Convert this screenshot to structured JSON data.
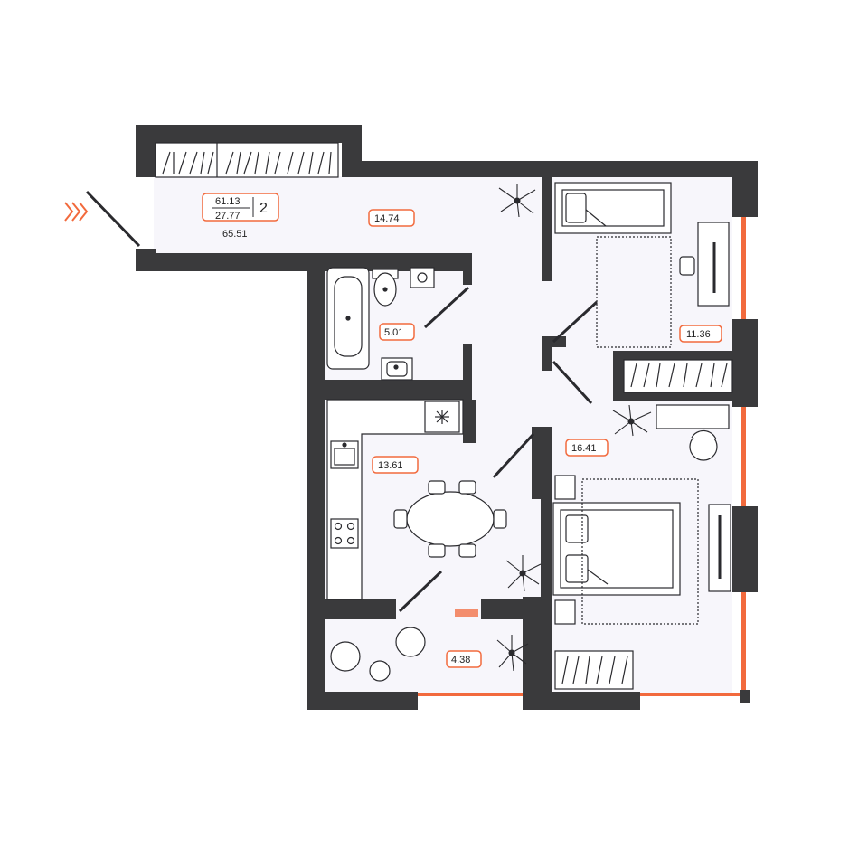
{
  "summary": {
    "total_living": "61.13",
    "living": "27.77",
    "rooms": "2",
    "total": "65.51"
  },
  "rooms": {
    "hall": "14.74",
    "bathroom": "5.01",
    "kitchen": "13.61",
    "bedroom_small": "11.36",
    "bedroom_main": "16.41",
    "balcony": "4.38"
  },
  "colors": {
    "wall": "#3a3a3c",
    "accent": "#f26a3d",
    "floor": "#f7f6fb",
    "line": "#2a2a2e"
  },
  "icons": [
    "entrance-arrows-icon",
    "plant-icon",
    "snowflake-icon",
    "bathtub-icon",
    "toilet-icon",
    "sink-icon",
    "stove-icon",
    "washer-icon",
    "bed-icon",
    "chair-icon"
  ]
}
